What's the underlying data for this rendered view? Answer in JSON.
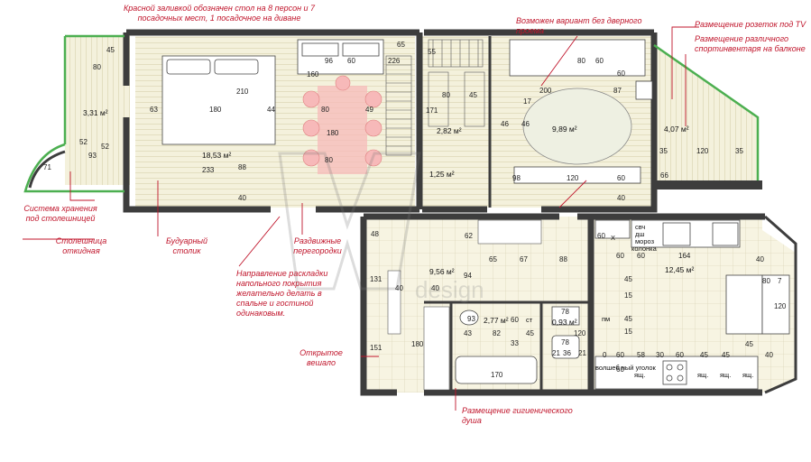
{
  "notes": {
    "table_note": "Красной заливкой обозначен стол на 8 персон и 7 посадочных мест, 1 посадочное на диване",
    "doorless_note": "Возможен вариант без дверного проема",
    "tv_sockets": "Размещение розеток под TV",
    "sports_equipment": "Размещение различного спортинвентаря на балконе",
    "storage_under_top": "Система хранения под столешницей",
    "fold_top": "Столешница откидная",
    "boudoir_table": "Будуарный столик",
    "sliding_partitions": "Раздвижные перегородки",
    "floor_direction": "Направление раскладки напольного покрытия желательно делать в спальне и гостиной одинаковым.",
    "open_hanger": "Открытое вешало",
    "hygienic_shower": "Размещение гигиенического душа"
  },
  "areas": {
    "balcony_left": "3,31 м²",
    "bedroom": "18,53 м²",
    "closet": "2,82 м²",
    "kids_room": "9,89 м²",
    "balcony_right": "4,07 м²",
    "corridor_small": "1,25 м²",
    "hall": "9,56 м²",
    "bathroom": "2,77 м²",
    "wc": "0,93 м²",
    "kitchen": "12,45 м²"
  },
  "appliances": {
    "microwave": "свч",
    "dishwasher": "дш",
    "freezer": "мороз",
    "boiler": "колонка",
    "x_mark": "X",
    "washer": "пм",
    "st": "ст",
    "magic_corner": "волшеб ный уголок",
    "box1": "ящ.",
    "box2": "ящ.",
    "box3": "ящ.",
    "box4": "ящ."
  },
  "dimensions": {
    "bl_45": "45",
    "bl_80": "80",
    "bl_52a": "52",
    "bl_52b": "52",
    "bl_93": "93",
    "bl_71": "71",
    "br_63": "63",
    "br_180": "180",
    "br_44": "44",
    "br_210": "210",
    "br_233": "233",
    "br_88": "88",
    "br_40": "40",
    "dn_80a": "80",
    "dn_180": "180",
    "dn_49": "49",
    "dn_80b": "80",
    "dn_96": "96",
    "dn_60": "60",
    "dn_160": "160",
    "dn_65": "65",
    "dn_226": "226",
    "cl_55": "55",
    "cl_171": "171",
    "cl_80": "80",
    "cl_45": "45",
    "kd_80": "80",
    "kd_60a": "60",
    "kd_60b": "60",
    "kd_200": "200",
    "kd_87": "87",
    "kd_17": "17",
    "kd_46a": "46",
    "kd_46b": "46",
    "kd_98": "98",
    "kd_120": "120",
    "kd_60c": "60",
    "kd_40": "40",
    "rb_35a": "35",
    "rb_120": "120",
    "rb_35b": "35",
    "rb_66": "66",
    "hl_48": "48",
    "hl_62": "62",
    "hl_65": "65",
    "hl_67": "67",
    "hl_88": "88",
    "hl_60": "60",
    "hl_94": "94",
    "hl_40a": "40",
    "hl_40b": "40",
    "hl_131": "131",
    "hl_151": "151",
    "hl_180": "180",
    "bt_93": "93",
    "bt_43": "43",
    "bt_82": "82",
    "bt_60": "60",
    "bt_33": "33",
    "bt_45": "45",
    "bt_170": "170",
    "wc_78a": "78",
    "wc_120": "120",
    "wc_78b": "78",
    "wc_21a": "21",
    "wc_36": "36",
    "wc_21b": "21",
    "kt_60a": "60",
    "kt_60b": "60",
    "kt_164": "164",
    "kt_40": "40",
    "kt_80": "80",
    "kt_7": "7",
    "kt_120": "120",
    "kt_45a": "45",
    "kt_15a": "15",
    "kt_15b": "15",
    "kt_45b": "45",
    "kt_58": "58",
    "kt_60c": "60",
    "kt_45c": "45",
    "kt_45d": "45",
    "kt_45e": "45",
    "kt_40b": "40",
    "kt_0": "0",
    "kt_60d": "60",
    "kt_30": "30",
    "kt_60e": "60"
  },
  "watermark": "design",
  "colors": {
    "floor": "#f3f0da",
    "accent_red": "#c0152b",
    "balcony_green": "#4caf50",
    "wall": "#3d3d3d",
    "table_pink": "#f7b9b9"
  }
}
